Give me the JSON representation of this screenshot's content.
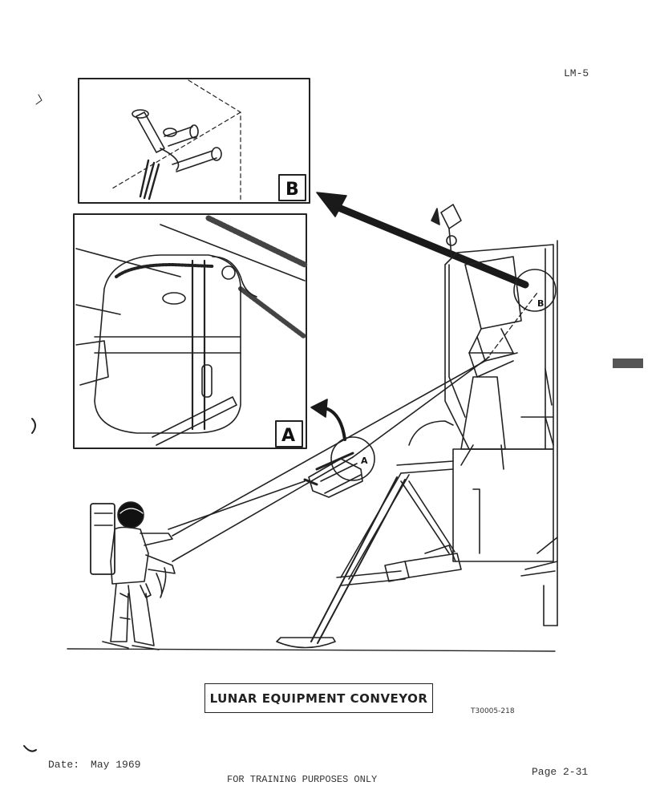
{
  "page": {
    "doc_id": "LM-5",
    "caption": "LUNAR EQUIPMENT CONVEYOR",
    "figure_code": "T30005-218",
    "date_label": "Date:",
    "date_value": "May 1969",
    "page_number": "Page 2-31",
    "footer": "FOR TRAINING PURPOSES ONLY"
  },
  "diagram": {
    "inset_a_label": "A",
    "inset_b_label": "B",
    "callout_a_label": "A",
    "callout_b_label": "B"
  }
}
